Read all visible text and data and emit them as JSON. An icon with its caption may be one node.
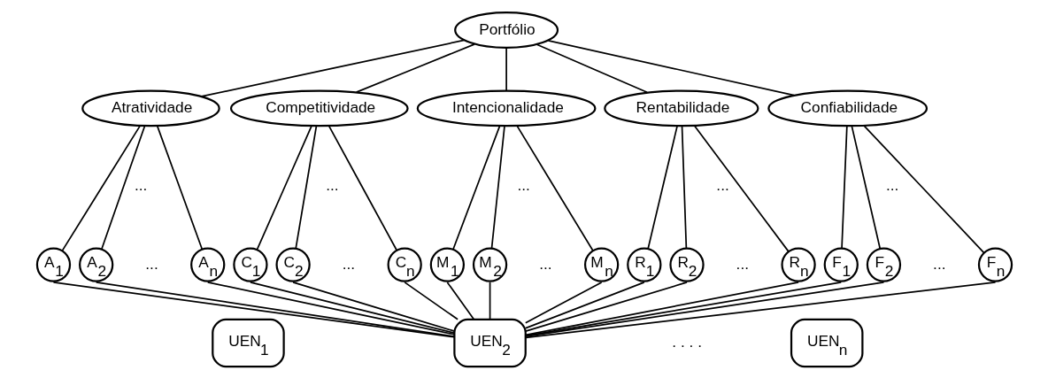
{
  "diagram": {
    "nodes": [
      {
        "text": [
          "Portfólio"
        ]
      },
      {
        "text": [
          "Atratividade"
        ]
      },
      {
        "text": [
          "Competitividade"
        ]
      },
      {
        "text": [
          "Intencionalidade"
        ]
      },
      {
        "text": [
          "Rentabilidade"
        ]
      },
      {
        "text": [
          "Confiabilidade"
        ]
      },
      {
        "text": [
          "A$_{1}$"
        ]
      },
      {
        "text": [
          "A$_{2}$"
        ]
      },
      {
        "text": [
          "A$_{n}$"
        ]
      },
      {
        "text": [
          "C$_{1}$"
        ]
      },
      {
        "text": [
          "C$_{2}$"
        ]
      },
      {
        "text": [
          "C$_{n}$"
        ]
      },
      {
        "text": [
          "M$_{1}$"
        ]
      },
      {
        "text": [
          "M$_{2}$"
        ]
      },
      {
        "text": [
          "M$_{n}$"
        ]
      },
      {
        "text": [
          "R$_{1}$"
        ]
      },
      {
        "text": [
          "R$_{2}$"
        ]
      },
      {
        "text": [
          "R$_{n}$"
        ]
      },
      {
        "text": [
          "F$_{1}$"
        ]
      },
      {
        "text": [
          "F$_{2}$"
        ]
      },
      {
        "text": [
          "F$_{n}$"
        ]
      },
      {
        "text": [
          "UEN$_{1}$"
        ]
      },
      {
        "text": [
          "UEN$_{2}$"
        ]
      },
      {
        "text": [
          "UEN$_{n}$"
        ]
      }
    ],
    "edges": [
      {
        "from": 0,
        "to": 1,
        "arrow": "none"
      },
      {
        "from": 0,
        "to": 2,
        "arrow": "none"
      },
      {
        "from": 0,
        "to": 3,
        "arrow": "none"
      },
      {
        "from": 0,
        "to": 4,
        "arrow": "none"
      },
      {
        "from": 0,
        "to": 5,
        "arrow": "none"
      },
      {
        "from": 1,
        "to": 6,
        "arrow": "none"
      },
      {
        "from": 1,
        "to": 7,
        "arrow": "none"
      },
      {
        "from": 1,
        "to": 8,
        "arrow": "none"
      },
      {
        "from": 2,
        "to": 9,
        "arrow": "none"
      },
      {
        "from": 2,
        "to": 10,
        "arrow": "none"
      },
      {
        "from": 2,
        "to": 11,
        "arrow": "none"
      },
      {
        "from": 3,
        "to": 12,
        "arrow": "none"
      },
      {
        "from": 3,
        "to": 13,
        "arrow": "none"
      },
      {
        "from": 3,
        "to": 14,
        "arrow": "none"
      },
      {
        "from": 4,
        "to": 15,
        "arrow": "none"
      },
      {
        "from": 4,
        "to": 16,
        "arrow": "none"
      },
      {
        "from": 4,
        "to": 17,
        "arrow": "none"
      },
      {
        "from": 5,
        "to": 18,
        "arrow": "none"
      },
      {
        "from": 5,
        "to": 19,
        "arrow": "none"
      },
      {
        "from": 5,
        "to": 20,
        "arrow": "none"
      },
      {
        "from": 6,
        "to": 22,
        "arrow": "none"
      },
      {
        "from": 7,
        "to": 22,
        "arrow": "none"
      },
      {
        "from": 8,
        "to": 22,
        "arrow": "none"
      },
      {
        "from": 9,
        "to": 22,
        "arrow": "none"
      },
      {
        "from": 10,
        "to": 22,
        "arrow": "none"
      },
      {
        "from": 11,
        "to": 22,
        "arrow": "none"
      },
      {
        "from": 12,
        "to": 22,
        "arrow": "none"
      },
      {
        "from": 13,
        "to": 22,
        "arrow": "none"
      },
      {
        "from": 14,
        "to": 22,
        "arrow": "none"
      },
      {
        "from": 15,
        "to": 22,
        "arrow": "none"
      },
      {
        "from": 16,
        "to": 22,
        "arrow": "none"
      },
      {
        "from": 17,
        "to": 22,
        "arrow": "none"
      },
      {
        "from": 18,
        "to": 22,
        "arrow": "none"
      },
      {
        "from": 19,
        "to": 22,
        "arrow": "none"
      },
      {
        "from": 20,
        "to": 22,
        "arrow": "none"
      }
    ],
    "labels": [
      "...",
      "...",
      "...",
      "...",
      "...",
      "...",
      "...",
      "...",
      "...",
      "...",
      ". . . ."
    ]
  }
}
